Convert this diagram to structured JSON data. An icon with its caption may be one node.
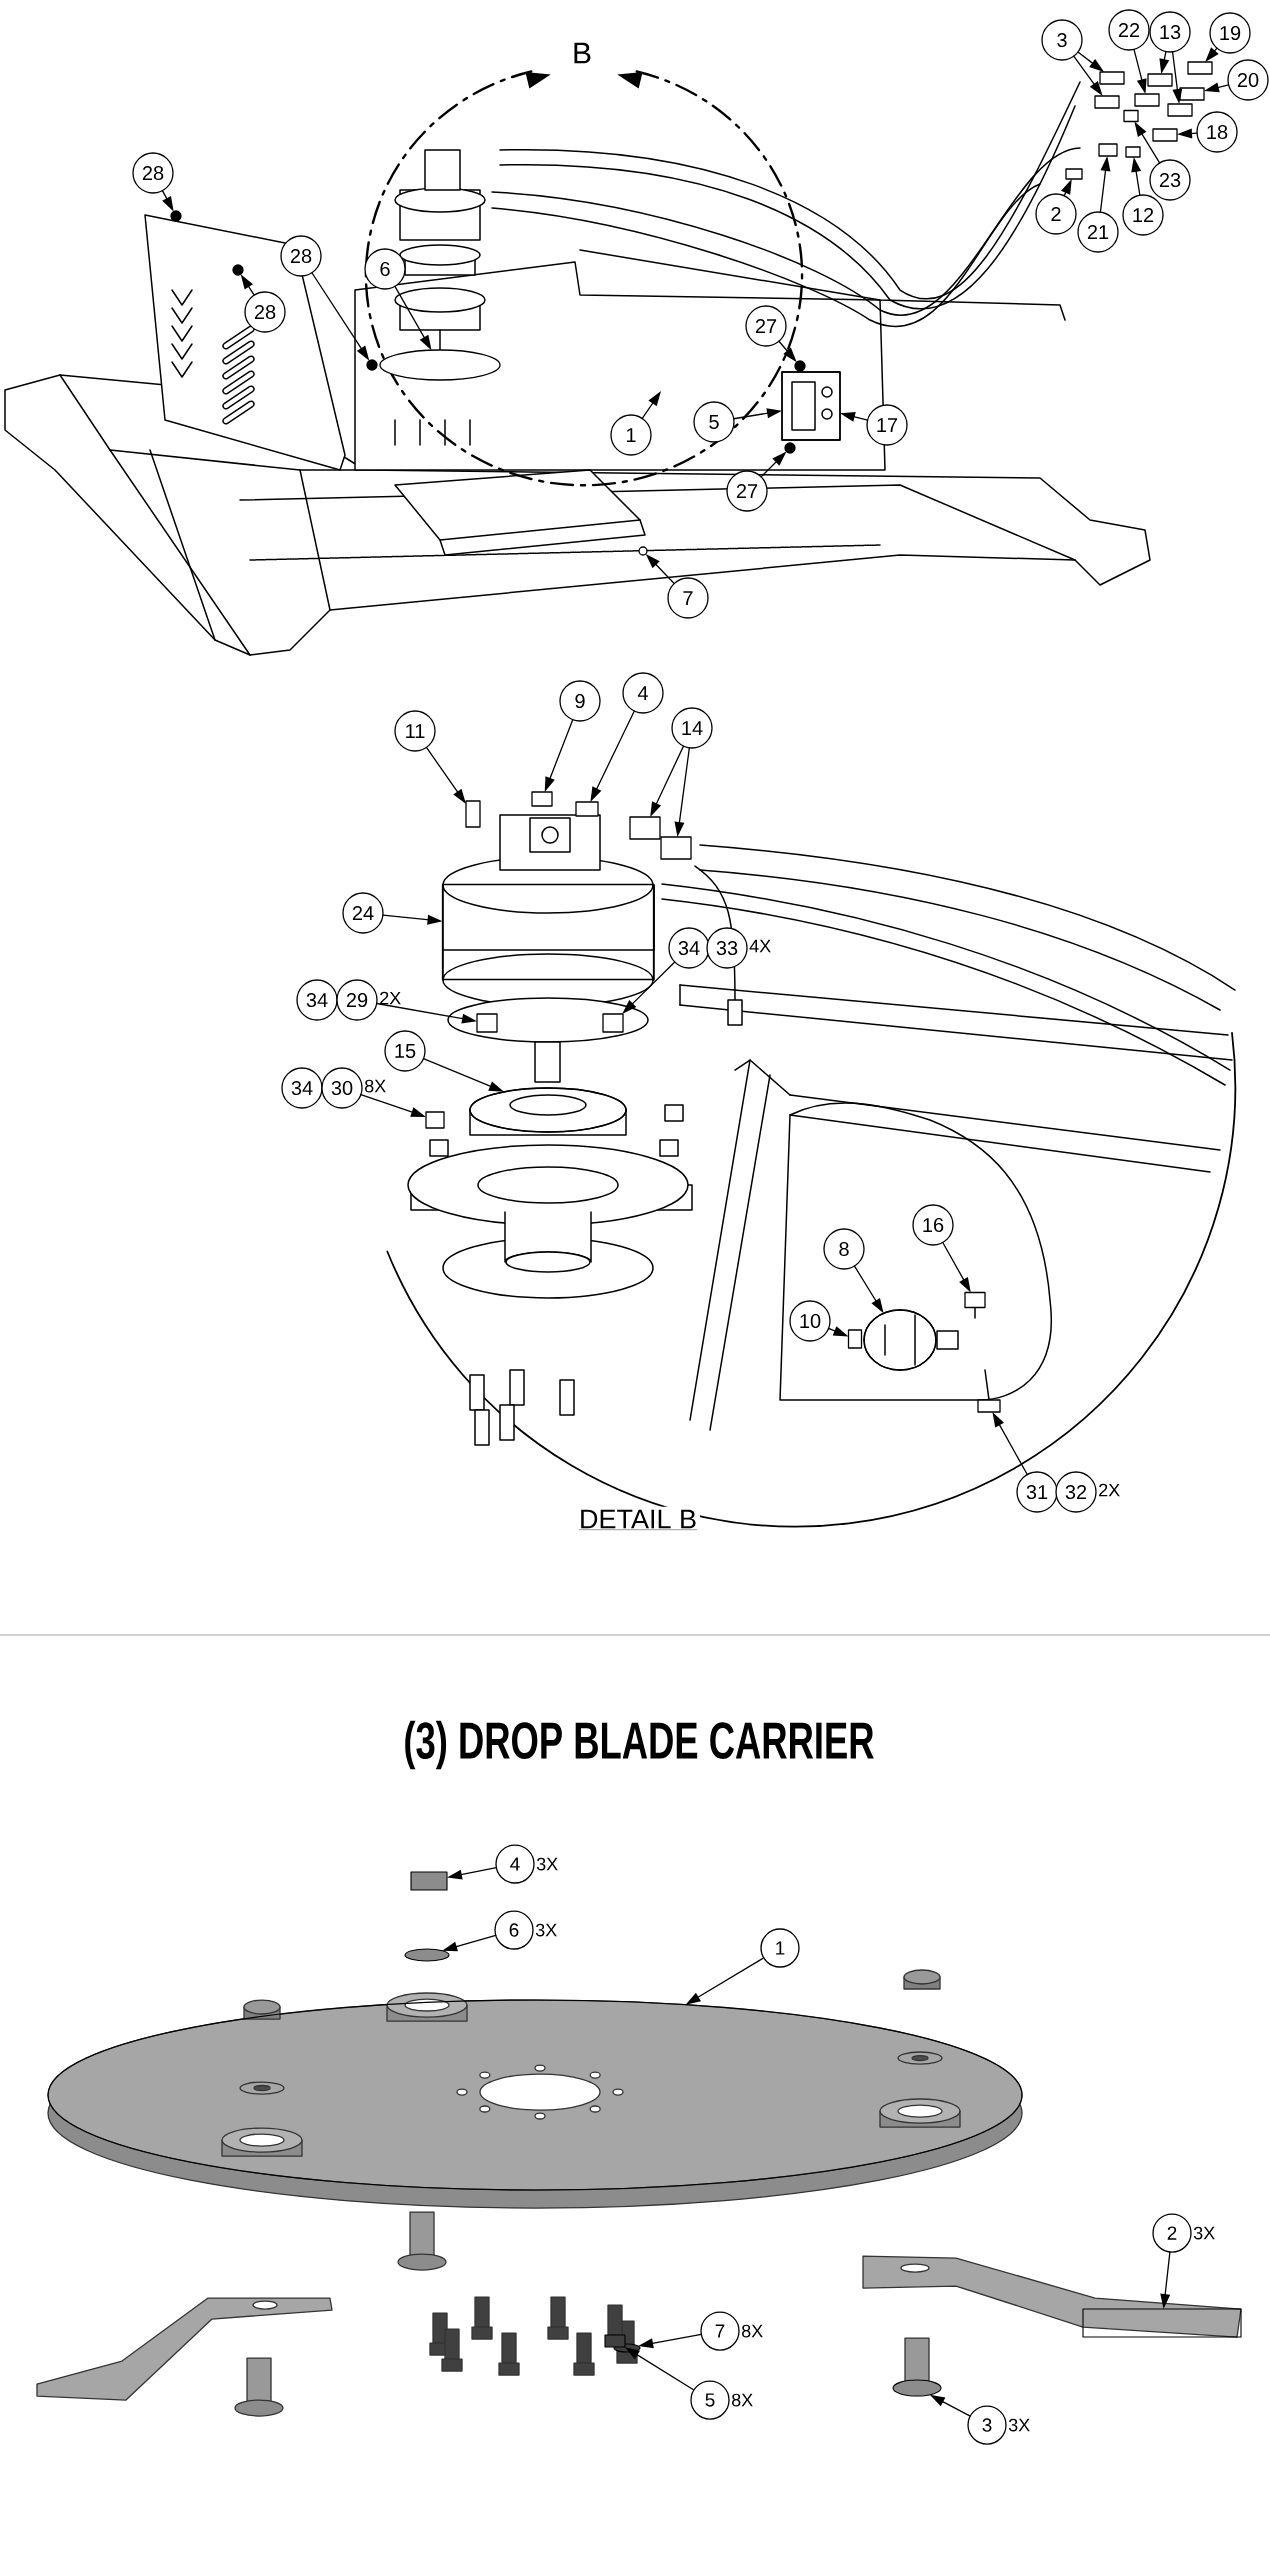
{
  "diagram": {
    "title": "(3) DROP BLADE CARRIER",
    "nodes": [
      {
        "text": [
          "3"
        ]
      },
      {
        "text": [
          "22"
        ]
      },
      {
        "text": [
          "13"
        ]
      },
      {
        "text": [
          "19"
        ]
      },
      {
        "text": [
          "20"
        ]
      },
      {
        "text": [
          "18"
        ]
      },
      {
        "text": [
          "23"
        ]
      },
      {
        "text": [
          "2"
        ]
      },
      {
        "text": [
          "12"
        ]
      },
      {
        "text": [
          "21"
        ]
      },
      {
        "text": [
          "28"
        ]
      },
      {
        "text": [
          "28"
        ]
      },
      {
        "text": [
          "6"
        ]
      },
      {
        "text": [
          "28"
        ]
      },
      {
        "text": [
          "27"
        ]
      },
      {
        "text": [
          "5"
        ]
      },
      {
        "text": [
          "17"
        ]
      },
      {
        "text": [
          "1"
        ]
      },
      {
        "text": [
          "27"
        ]
      },
      {
        "text": [
          "7"
        ]
      },
      {
        "text": [
          "9"
        ]
      },
      {
        "text": [
          "4"
        ]
      },
      {
        "text": [
          "14"
        ]
      },
      {
        "text": [
          "11"
        ]
      },
      {
        "text": [
          "24"
        ]
      },
      {
        "text": [
          "34"
        ]
      },
      {
        "text": [
          "33"
        ],
        "beside": [
          "4X"
        ]
      },
      {
        "text": [
          "34"
        ]
      },
      {
        "text": [
          "29"
        ],
        "beside": [
          "2X"
        ]
      },
      {
        "text": [
          "15"
        ]
      },
      {
        "text": [
          "34"
        ]
      },
      {
        "text": [
          "30"
        ],
        "beside": [
          "8X"
        ]
      },
      {
        "text": [
          "16"
        ]
      },
      {
        "text": [
          "8"
        ]
      },
      {
        "text": [
          "10"
        ]
      },
      {
        "text": [
          "31"
        ]
      },
      {
        "text": [
          "32"
        ],
        "beside": [
          "2X"
        ]
      },
      {
        "text": [
          "4"
        ],
        "beside": [
          "3X"
        ]
      },
      {
        "text": [
          "6"
        ],
        "beside": [
          "3X"
        ]
      },
      {
        "text": [
          "1"
        ]
      },
      {
        "text": [
          "2"
        ],
        "beside": [
          "3X"
        ]
      },
      {
        "text": [
          "7"
        ],
        "beside": [
          "8X"
        ]
      },
      {
        "text": [
          "5"
        ],
        "beside": [
          "8X"
        ]
      },
      {
        "text": [
          "3"
        ],
        "beside": [
          "3X"
        ]
      },
      {
        "text": [],
        "shape": "box"
      },
      {
        "text": [],
        "shape": "box"
      },
      {
        "text": [],
        "shape": "box"
      },
      {
        "text": [],
        "shape": "box"
      },
      {
        "text": [],
        "shape": "box"
      },
      {
        "text": [],
        "shape": "box"
      },
      {
        "text": [],
        "shape": "box"
      },
      {
        "text": [],
        "shape": "box"
      },
      {
        "text": [],
        "shape": "box"
      },
      {
        "text": [],
        "shape": "box"
      },
      {
        "text": [],
        "shape": "box"
      },
      {
        "text": [],
        "shape": "box"
      },
      {
        "text": [],
        "shape": "circle"
      },
      {
        "text": [],
        "shape": "circle"
      },
      {
        "text": [],
        "shape": "ellipse"
      },
      {
        "text": [],
        "shape": "circle"
      },
      {
        "text": [],
        "shape": "circle"
      },
      {
        "text": [],
        "shape": "box"
      },
      {
        "text": [],
        "shape": "circle"
      },
      {
        "text": [],
        "shape": "circle"
      },
      {
        "text": [],
        "shape": "box"
      },
      {
        "text": [],
        "shape": "box"
      },
      {
        "text": [],
        "shape": "box"
      },
      {
        "text": [],
        "shape": "box"
      },
      {
        "text": [],
        "shape": "box"
      },
      {
        "text": [],
        "shape": "box"
      },
      {
        "text": [],
        "shape": "box"
      },
      {
        "text": [],
        "shape": "box"
      },
      {
        "text": [],
        "shape": "ellipse"
      },
      {
        "text": [],
        "shape": "box"
      },
      {
        "text": [],
        "shape": "box"
      },
      {
        "text": [],
        "shape": "ellipse"
      },
      {
        "text": [],
        "shape": "box"
      },
      {
        "text": [],
        "shape": "box"
      },
      {
        "text": [],
        "shape": "box"
      },
      {
        "text": [],
        "shape": "ellipse"
      },
      {
        "text": [],
        "shape": "ellipse"
      },
      {
        "text": [],
        "shape": "box"
      },
      {
        "text": [],
        "shape": "ellipse"
      },
      {
        "text": [],
        "shape": "box"
      },
      {
        "text": [],
        "shape": "ellipse"
      }
    ],
    "edges": [
      {
        "from": 0,
        "to": 44,
        "arrow": "to"
      },
      {
        "from": 0,
        "to": 45,
        "arrow": "to"
      },
      {
        "from": 1,
        "to": 46,
        "arrow": "to"
      },
      {
        "from": 2,
        "to": 47,
        "arrow": "to"
      },
      {
        "from": 2,
        "to": 48,
        "arrow": "to"
      },
      {
        "from": 3,
        "to": 49,
        "arrow": "to"
      },
      {
        "from": 4,
        "to": 50,
        "arrow": "to"
      },
      {
        "from": 5,
        "to": 51,
        "arrow": "to"
      },
      {
        "from": 6,
        "to": 52,
        "arrow": "to"
      },
      {
        "from": 7,
        "to": 53,
        "arrow": "to"
      },
      {
        "from": 8,
        "to": 54,
        "arrow": "to"
      },
      {
        "from": 9,
        "to": 55,
        "arrow": "to"
      },
      {
        "from": 10,
        "to": 56,
        "arrow": "to"
      },
      {
        "from": 11,
        "to": 57,
        "arrow": "to"
      },
      {
        "from": 12,
        "to": 58,
        "arrow": "to"
      },
      {
        "from": 13,
        "to": 59,
        "arrow": "to"
      },
      {
        "from": 14,
        "to": 60,
        "arrow": "to"
      },
      {
        "from": 15,
        "to": 61,
        "arrow": "to"
      },
      {
        "from": 16,
        "to": 61,
        "arrow": "to"
      },
      {
        "from": 17,
        "to": null,
        "arrow": "to"
      },
      {
        "from": 18,
        "to": 62,
        "arrow": "to"
      },
      {
        "from": 19,
        "to": 63,
        "arrow": "to"
      },
      {
        "from": 20,
        "to": 64,
        "arrow": "to"
      },
      {
        "from": 21,
        "to": 65,
        "arrow": "to"
      },
      {
        "from": 22,
        "to": 66,
        "arrow": "to"
      },
      {
        "from": 22,
        "to": 67,
        "arrow": "to"
      },
      {
        "from": 23,
        "to": 68,
        "arrow": "to"
      },
      {
        "from": 24,
        "to": 69,
        "arrow": "to"
      },
      {
        "from": 25,
        "to": 70,
        "arrow": "to"
      },
      {
        "from": 28,
        "to": 71,
        "arrow": "to"
      },
      {
        "from": 29,
        "to": 72,
        "arrow": "to"
      },
      {
        "from": 31,
        "to": 73,
        "arrow": "to"
      },
      {
        "from": 32,
        "to": 74,
        "arrow": "to"
      },
      {
        "from": 33,
        "to": 75,
        "arrow": "to"
      },
      {
        "from": 34,
        "to": 76,
        "arrow": "to"
      },
      {
        "from": 35,
        "to": 77,
        "arrow": "to"
      },
      {
        "from": 37,
        "to": 78,
        "arrow": "to"
      },
      {
        "from": 38,
        "to": 79,
        "arrow": "to"
      },
      {
        "from": 39,
        "to": 80,
        "arrow": "to"
      },
      {
        "from": 40,
        "to": 81,
        "arrow": "to"
      },
      {
        "from": 41,
        "to": 82,
        "arrow": "to"
      },
      {
        "from": 42,
        "to": 83,
        "arrow": "to"
      },
      {
        "from": 43,
        "to": 84,
        "arrow": "to"
      }
    ],
    "labels": [
      "B",
      "DETAIL B"
    ]
  }
}
